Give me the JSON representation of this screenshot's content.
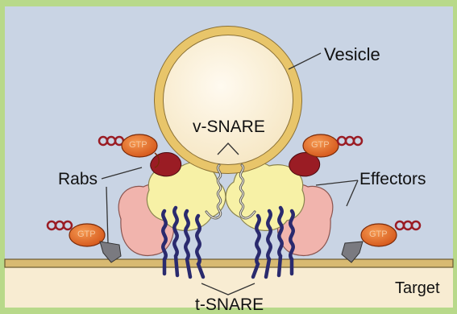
{
  "labels": {
    "vesicle": "Vesicle",
    "v_snare": "v-SNARE",
    "rabs": "Rabs",
    "effectors": "Effectors",
    "target": "Target",
    "t_snare": "t-SNARE",
    "gtp_left_top": "GTP",
    "gtp_right_top": "GTP",
    "gtp_left_bottom": "GTP",
    "gtp_right_bottom": "GTP"
  },
  "colors": {
    "frame": "#b8d98a",
    "background": "#c9d4e4",
    "target_area": "#f8ecd2",
    "membrane": "#d8ba72",
    "vesicle_ring": "#e8c56a",
    "vesicle_fill": "#fbf2dc",
    "effector_yellow": "#f7f1a6",
    "effector_pink": "#f1b4ad",
    "rab_red": "#9a1c24",
    "gtp_orange": "#e2621f",
    "snare_navy": "#2a2a6e"
  }
}
